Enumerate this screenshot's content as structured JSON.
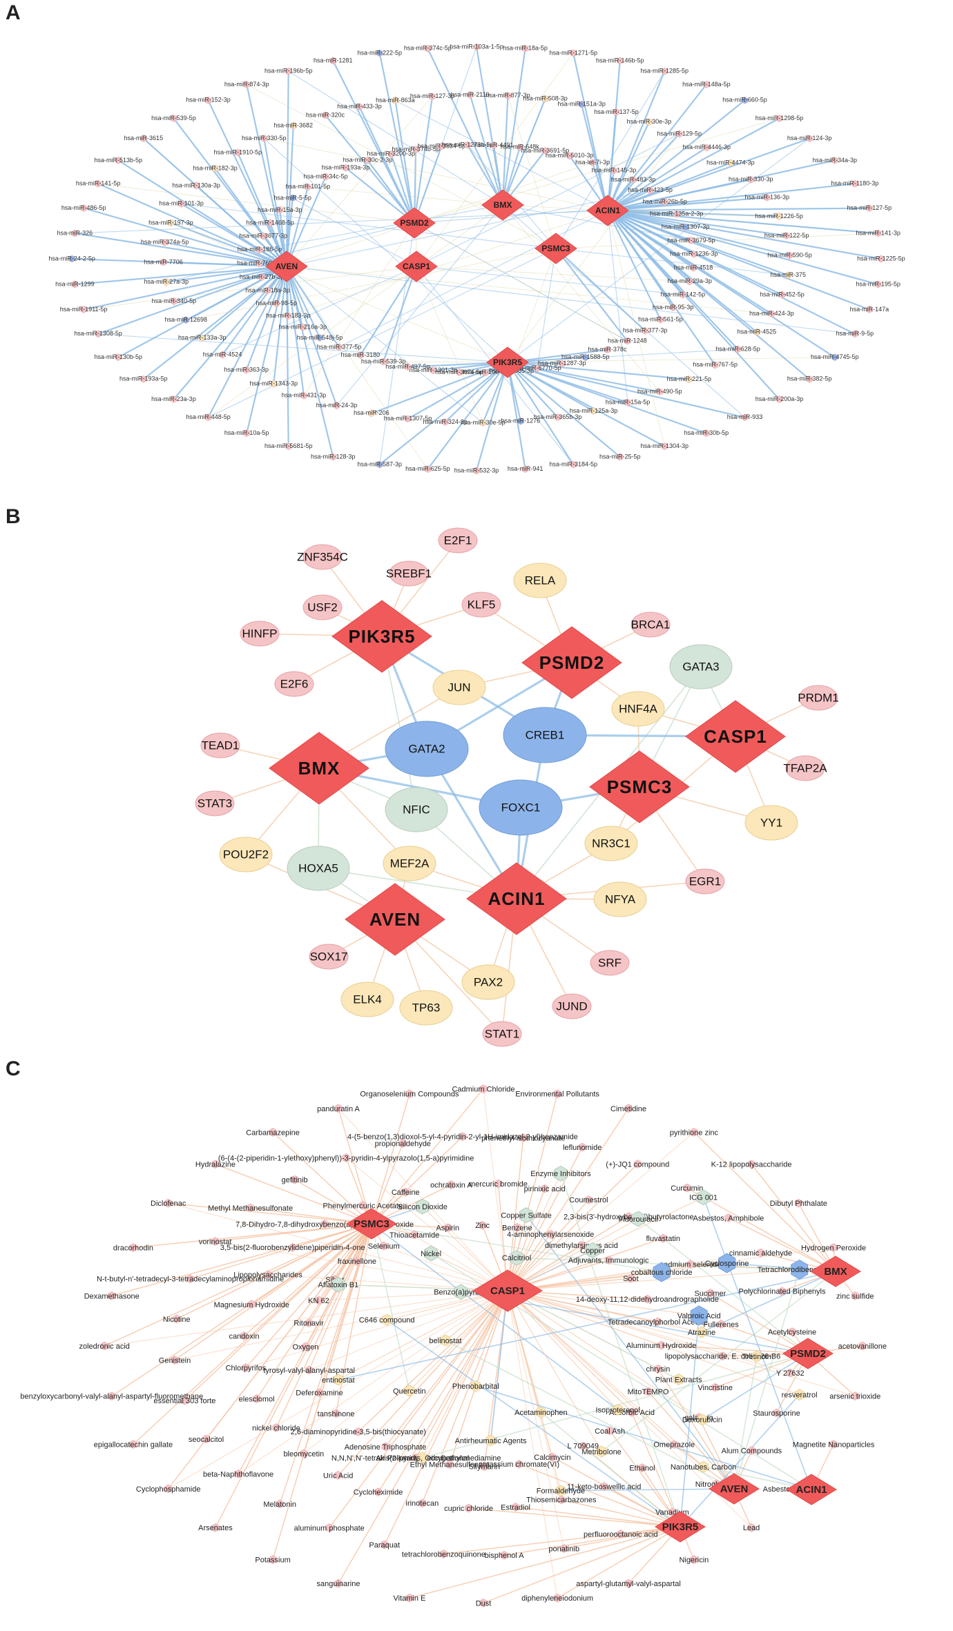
{
  "panels": [
    {
      "label": "A",
      "hubs": [
        "PSMD2",
        "BMX",
        "ACIN1",
        "PSMC3",
        "CASP1",
        "AVEN",
        "PIK3R5"
      ],
      "mirnas": [
        "hsa-miR-103a-1-5p",
        "hsa-miR-877-3p",
        "hsa-miR-648k",
        "hsa-miR-18a-5p",
        "hsa-miR-508-3p",
        "hsa-miR-3691-5p",
        "hsa-miR-1271-5p",
        "hsa-miR-151a-3p",
        "hsa-miR-5010-3p",
        "hsa-miR-146b-5p",
        "hsa-miR-137-5p",
        "hsa-let-7i-3p",
        "hsa-miR-1285-5p",
        "hsa-miR-30e-3p",
        "hsa-miR-145-3p",
        "hsa-miR-148a-5p",
        "hsa-miR-129-5p",
        "hsa-miR-483-3p",
        "hsa-miR-660-5p",
        "hsa-miR-4446-3p",
        "hsa-miR-423-5p",
        "hsa-miR-1298-5p",
        "hsa-miR-4474-3p",
        "hsa-miR-26b-5p",
        "hsa-miR-124-3p",
        "hsa-miR-330-3p",
        "hsa-miR-135a-2-3p",
        "hsa-miR-34a-3p",
        "hsa-miR-136-3p",
        "hsa-miR-1307-3p",
        "hsa-miR-1180-3p",
        "hsa-miR-1226-5p",
        "hsa-miR-3679-5p",
        "hsa-miR-127-5p",
        "hsa-miR-122-5p",
        "hsa-miR-1236-3p",
        "hsa-miR-141-3p",
        "hsa-miR-590-5p",
        "hsa-miR-4518",
        "hsa-miR-1225-5p",
        "hsa-miR-375",
        "hsa-miR-29a-3p",
        "hsa-miR-195-5p",
        "hsa-miR-452-5p",
        "hsa-miR-142-5p",
        "hsa-miR-147a",
        "hsa-miR-424-3p",
        "hsa-miR-95-3p",
        "hsa-miR-9-5p",
        "hsa-miR-4525",
        "hsa-miR-561-5p",
        "hsa-miR-4745-5p",
        "hsa-miR-628-5p",
        "hsa-miR-377-3p",
        "hsa-miR-382-5p",
        "hsa-miR-767-5p",
        "hsa-miR-1248",
        "hsa-miR-200a-3p",
        "hsa-miR-221-5p",
        "hsa-miR-378c",
        "hsa-miR-933",
        "hsa-miR-490-5p",
        "hsa-miR-1588-5p",
        "hsa-miR-30b-5p",
        "hsa-miR-15a-5p",
        "hsa-miR-1287-3p",
        "hsa-miR-1304-3p",
        "hsa-miR-125a-3p",
        "hsa-miR-6770-5p",
        "hsa-miR-25-5p",
        "hsa-miR-365b-3p",
        "hsa-miR-885-3p",
        "hsa-miR-3184-5p",
        "hsa-miR-1276",
        "hsa-miR-100-5p",
        "hsa-miR-941",
        "hsa-miR-30e-5p",
        "hsa-miR-3074-5p",
        "hsa-miR-532-3p",
        "hsa-miR-324-3p",
        "hsa-miR-1301-3p",
        "hsa-miR-625-5p",
        "hsa-miR-1307-5p",
        "hsa-miR-497-5p",
        "hsa-miR-587-3p",
        "hsa-miR-206",
        "hsa-miR-539-3p",
        "hsa-miR-128-3p",
        "hsa-miR-24-3p",
        "hsa-miR-3180",
        "hsa-miR-5681-5p",
        "hsa-miR-431-3p",
        "hsa-miR-377-5p",
        "hsa-miR-10a-5p",
        "hsa-miR-1343-3p",
        "hsa-miR-548j-5p",
        "hsa-miR-448-5p",
        "hsa-miR-363-3p",
        "hsa-miR-216a-3p",
        "hsa-miR-23a-3p",
        "hsa-miR-4524",
        "hsa-miR-183-3p",
        "hsa-miR-193a-5p",
        "hsa-miR-133a-3p",
        "hsa-miR-98-5p",
        "hsa-miR-130b-5p",
        "hsa-miR-12698",
        "hsa-miR-18a-3p",
        "hsa-miR-1308-5p",
        "hsa-miR-340-5p",
        "hsa-miR-27b-3p",
        "hsa-miR-1911-5p",
        "hsa-miR-27a-3p",
        "hsa-miR-769-3p",
        "hsa-miR-1299",
        "hsa-miR-7706",
        "hsa-miR-186-5p",
        "hsa-miR-24-2-5p",
        "hsa-miR-374a-5p",
        "hsa-miR-3677-3p",
        "hsa-miR-326",
        "hsa-miR-197-3p",
        "hsa-miR-1468-5p",
        "hsa-miR-486-5p",
        "hsa-miR-101-3p",
        "hsa-miR-15a-3p",
        "hsa-miR-141-5p",
        "hsa-miR-130a-3p",
        "hsa-miR-5-5p",
        "hsa-miR-513b-5p",
        "hsa-miR-182-3p",
        "hsa-miR-101-5p",
        "hsa-miR-3615",
        "hsa-miR-1910-5p",
        "hsa-miR-34c-5p",
        "hsa-miR-539-5p",
        "hsa-miR-330-5p",
        "hsa-miR-193a-3p",
        "hsa-miR-152-3p",
        "hsa-miR-3682",
        "hsa-miR-30c-2-3p",
        "hsa-miR-874-3p",
        "hsa-miR-320c",
        "hsa-miR-3200-3p",
        "hsa-miR-196b-5p",
        "hsa-miR-433-3p",
        "hsa-miR-374b-5p",
        "hsa-miR-1281",
        "hsa-miR-863a",
        "hsa-miR-3934-5p",
        "hsa-miR-222-5p",
        "hsa-miR-127-3p",
        "hsa-miR-1273h-5p",
        "hsa-miR-374c-5p",
        "hsa-miR-2110",
        "hsa-miR-4491"
      ]
    },
    {
      "label": "B",
      "hubs": [
        "PIK3R5",
        "PSMD2",
        "CASP1",
        "BMX",
        "PSMC3",
        "ACIN1",
        "AVEN"
      ],
      "blue_nodes": [
        "GATA2",
        "CREB1",
        "FOXC1"
      ],
      "green_nodes": [
        "GATA3",
        "NFIC",
        "HOXA5"
      ],
      "yellow_nodes": [
        "RELA",
        "JUN",
        "HNF4A",
        "YY1",
        "NR3C1",
        "NFYA",
        "MEF2A",
        "POU2F2",
        "PAX2",
        "ELK4",
        "TP63"
      ],
      "pink_nodes": [
        "E2F1",
        "ZNF354C",
        "SREBF1",
        "KLF5",
        "USF2",
        "HINFP",
        "BRCA1",
        "E2F6",
        "PRDM1",
        "TEAD1",
        "TFAP2A",
        "STAT3",
        "EGR1",
        "SOX17",
        "SRF",
        "JUND",
        "STAT1"
      ]
    },
    {
      "label": "C",
      "hubs": [
        "PSMC3",
        "CASP1",
        "BMX",
        "PSMD2",
        "AVEN",
        "ACIN1",
        "PIK3R5"
      ],
      "blue_nodes": [
        "cobaltous chloride",
        "Cyclosporine",
        "Tetrachlorodibenzodioxin",
        "Valproic Acid"
      ],
      "green_nodes": [
        "Aflatoxin B1",
        "Benzo(a)pyrene",
        "Nickel",
        "Silicon Dioxide",
        "Calcitriol",
        "Copper Sulfate",
        "Enzyme Inhibitors",
        "Copper",
        "Fluorouracil",
        "ICG 001"
      ],
      "yellow_nodes": [
        "Atrazine",
        "Tretinoin",
        "resveratrol",
        "Plant Extracts",
        "Doxorubicin",
        "Nanotubes, Carbon",
        "Isoproterenol",
        "Metribolone",
        "Formaldehyde",
        "Acetaminophen",
        "Antirheumatic Agents",
        "Air Pollutants, Occupational",
        "Phenobarbital",
        "Quercetin",
        "entinostat",
        "belinostat",
        "C646 compound"
      ],
      "pink_nodes": [
        "Cadmium Chloride",
        "phenethyl isothiocyanate",
        "pirinixic acid",
        "4-aminophenylarsenoxide",
        "Environmental Pollutants",
        "leflunomide",
        "Coumestrol",
        "dimethylarsinous acid",
        "Cimetidine",
        "(+)-JQ1 compound",
        "2,3-bis(3'-hydroxybenzyl)butyrolactone",
        "Adjuvants, Immunologic",
        "pyrithione zinc",
        "Curcumin",
        "fluvastatin",
        "Soot",
        "K-12 lipopolysaccharide",
        "Asbestos, Amphibole",
        "cadmium selenide",
        "14-deoxy-11,12-didehydroandrographolide",
        "Dibutyl Phthalate",
        "cinnamic aldehyde",
        "Succimer",
        "Tetradecanoylphorbol Acetate",
        "Hydrogen Peroxide",
        "Polychlorinated Biphenyls",
        "Fullerenes",
        "Aluminum Hydroxide",
        "zinc sulfide",
        "Acetylcysteine",
        "lipopolysaccharide, E. coli O26-B6",
        "chrysin",
        "acetovanillone",
        "Y 27632",
        "Vincristine",
        "MitoTEMPO",
        "arsenic trioxide",
        "Staurosporine",
        "galangin",
        "Ascorbic Acid",
        "Magnetite Nanoparticles",
        "Alum Compounds",
        "Omeprazole",
        "Coal Ash",
        "Asbestos, Crocidolite",
        "Nitroglycerin",
        "Ethanol",
        "L 709049",
        "Lead",
        "Vanadium",
        "11-keto-boswellic acid",
        "Calcimycin",
        "Nigericin",
        "perfluorooctanoic acid",
        "Thiosemicarbazones",
        "potassium chromate(VI)",
        "aspartyl-glutamyl-valyl-aspartal",
        "ponatinib",
        "Estradiol",
        "Silymarin",
        "diphenyleneiodonium",
        "bisphenol A",
        "cupric chloride",
        "Ethyl Methanesulfonate",
        "Dust",
        "tetrachlorobenzoquinone",
        "irinotecan",
        "N,N,N',N'-tetrakis(2-pyridylmethyl)ethylenediamine",
        "Vitamin E",
        "Paraquat",
        "Cycloheximide",
        "Adenosine Triphosphate",
        "sanguinarine",
        "aluminum phosphate",
        "Uric Acid",
        "2,6-diaminopyridine-3,5-bis(thiocyanate)",
        "Potassium",
        "Melatonin",
        "bleomycetin",
        "tanshinone",
        "Arsenates",
        "beta-Naphthoflavone",
        "nickel chloride",
        "Deferoxamine",
        "Cyclophosphamide",
        "seocalcitol",
        "elesclomol",
        "tyrosyl-valyl-alanyl-aspartal",
        "epigallocatechin gallate",
        "essential 303 forte",
        "Chlorpyrifos",
        "Oxygen",
        "benzyloxycarbonyl-valyl-alanyl-aspartyl-fluoromethane",
        "Genistein",
        "candoxin",
        "Ritonavir",
        "zoledronic acid",
        "Nicotine",
        "Magnesium Hydroxide",
        "KN 62",
        "Dexamethasone",
        "N-t-butyl-n'-tetradecyl-3-tetradecylaminopropionamidine",
        "Lipopolysaccharides",
        "Silver",
        "dracorhodin",
        "vorinostat",
        "3,5-bis(2-fluorobenzylidene)piperidin-4-one",
        "fraxinellone",
        "Diclofenac",
        "Methyl Methanesulfonate",
        "7,8-Dihydro-7,8-dihydroxybenzo(a)pyrene 9,10-oxide",
        "Selenium",
        "Hydralazine",
        "gefitinib",
        "Phenylmercuric Acetate",
        "Thioacetamide",
        "Carbamazepine",
        "(6-(4-(2-piperidin-1-ylethoxy)phenyl))-3-pyridin-4-ylpyrazolo(1,5-a)pyrimidine",
        "Caffeine",
        "Aspirin",
        "panduratin A",
        "propionaldehyde",
        "ochratoxin A",
        "Zinc",
        "Organoselenium Compounds",
        "4-(5-benzo(1,3)dioxol-5-yl-4-pyridin-2-yl-1H-imidazol-2-yl)benzamide",
        "mercuric bromide",
        "Benzene"
      ]
    }
  ],
  "colors": {
    "hub": "#f05a5a",
    "pink": "#f5c4c6",
    "blue": "#8cb4ea",
    "green": "#d3e4d8",
    "yellow": "#fbe7b9",
    "edge_blue": "#8fbde6",
    "edge_orange": "#f6c7a8",
    "edge_green": "#c7dfca"
  }
}
